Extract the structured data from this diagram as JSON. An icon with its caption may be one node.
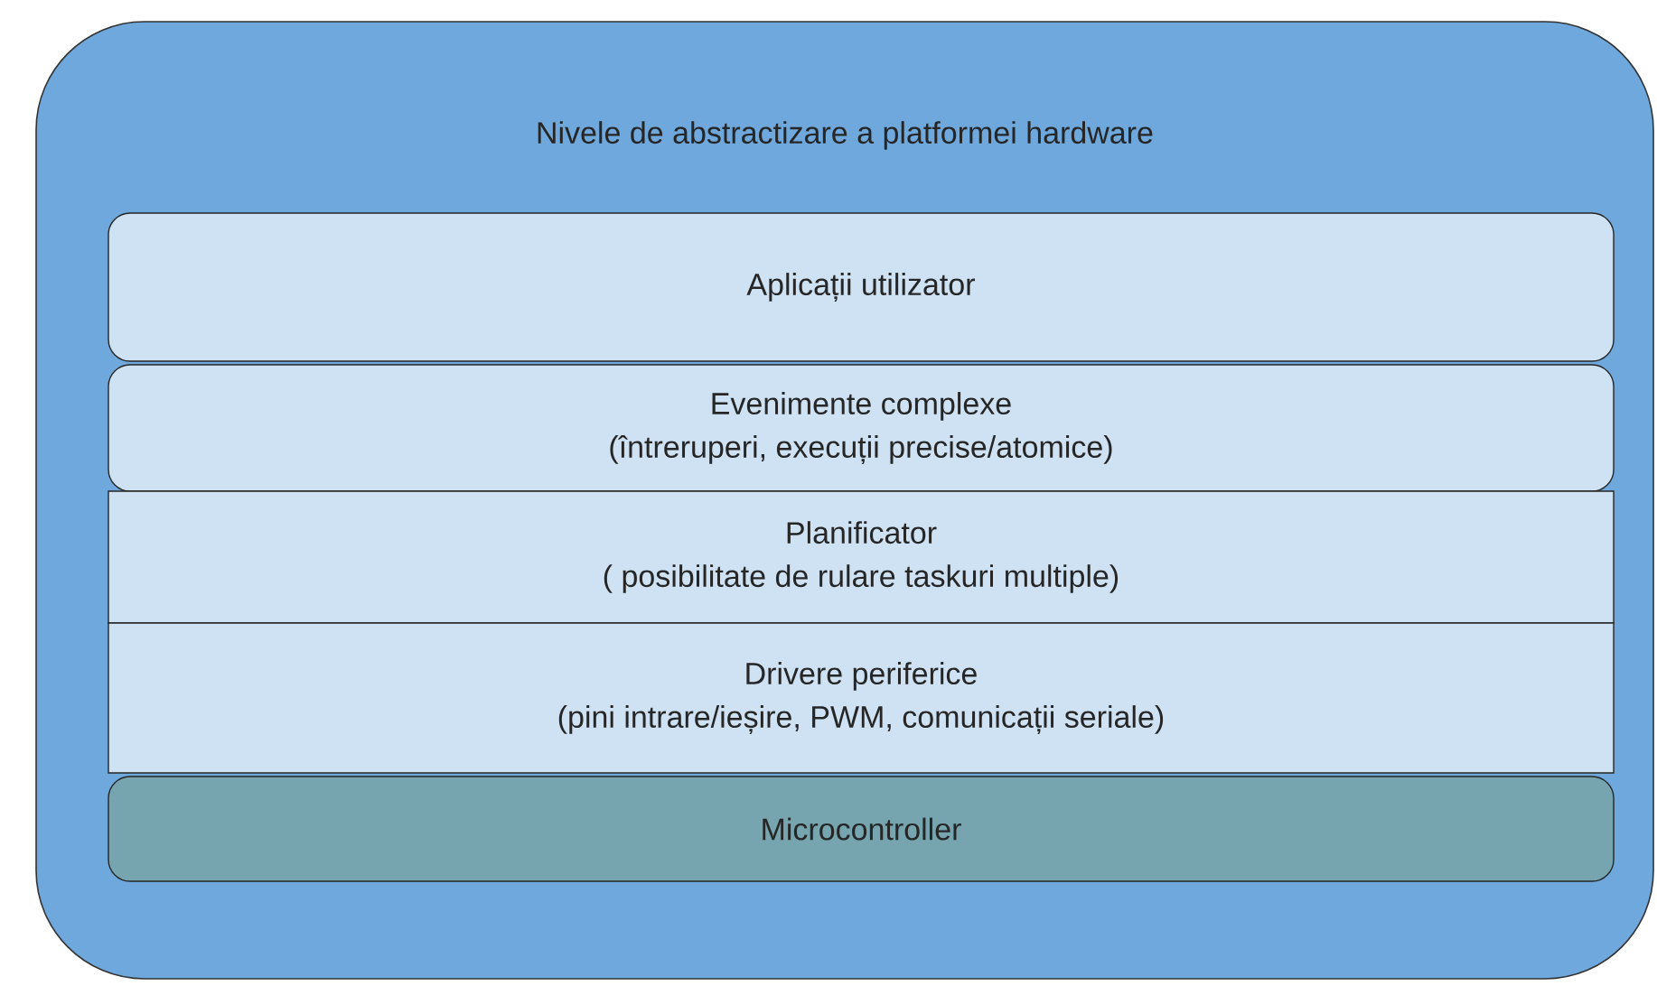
{
  "diagram": {
    "nodes": [
      {
        "text": [
          "Nivele de abstractizare a platformei hardware"
        ]
      },
      {
        "text": [
          "Aplicații utilizator"
        ],
        "in": 0
      },
      {
        "text": [
          "Evenimente complexe",
          "(întreruperi, execuții precise/atomice)"
        ],
        "in": 0
      },
      {
        "text": [
          "Planificator",
          "( posibilitate de rulare taskuri multiple)"
        ],
        "in": 0
      },
      {
        "text": [
          "Drivere periferice",
          "(pini intrare/ieșire, PWM, comunicații seriale)"
        ],
        "in": 0
      },
      {
        "text": [
          "Microcontroller"
        ],
        "in": 0
      }
    ]
  }
}
